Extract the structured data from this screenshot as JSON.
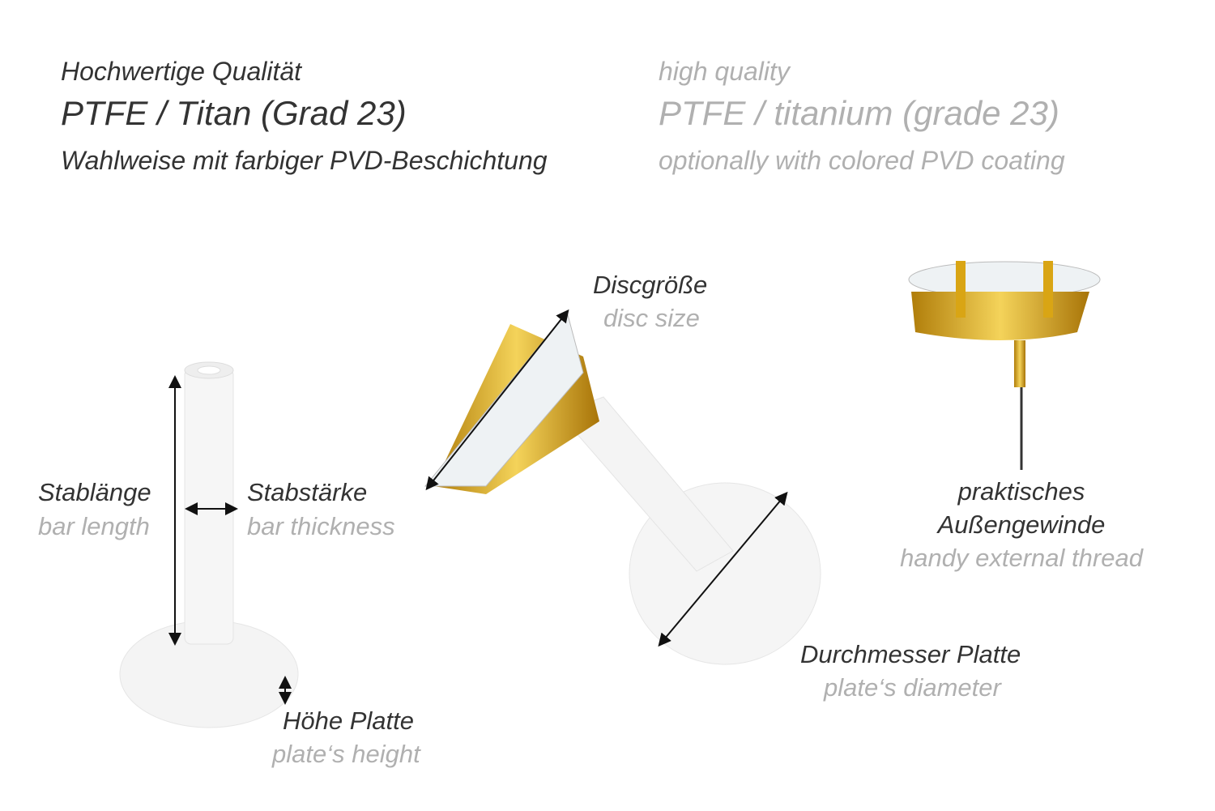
{
  "header_de": {
    "line1": "Hochwertige Qualität",
    "line2": "PTFE / Titan (Grad 23)",
    "line3": "Wahlweise mit farbiger PVD-Beschichtung"
  },
  "header_en": {
    "line1": "high quality",
    "line2": "PTFE / titanium (grade 23)",
    "line3": "optionally with colored PVD coating"
  },
  "labels": {
    "bar_length": {
      "de": "Stablänge",
      "en": "bar length"
    },
    "bar_thickness": {
      "de": "Stabstärke",
      "en": "bar thickness"
    },
    "plate_height": {
      "de": "Höhe Platte",
      "en": "plate‘s height"
    },
    "disc_size": {
      "de": "Discgröße",
      "en": "disc size"
    },
    "plate_diameter": {
      "de": "Durchmesser Platte",
      "en": "plate‘s diameter"
    },
    "thread": {
      "de1": "praktisches",
      "de2": "Außengewinde",
      "en": "handy external thread"
    }
  },
  "colors": {
    "dark_text": "#333333",
    "light_text": "#b0b0b0",
    "gold": "#d9a514"
  }
}
